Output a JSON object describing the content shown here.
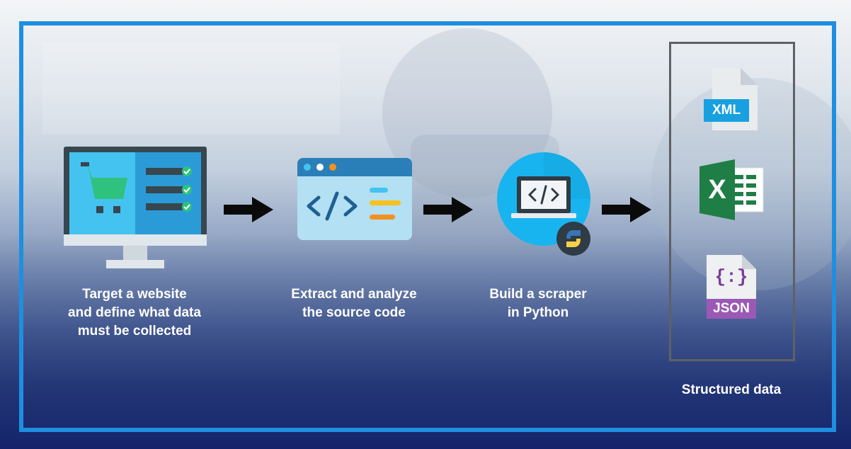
{
  "steps": [
    {
      "label": "Target a website\nand define what data\nmust be collected",
      "icon": "shopping-monitor-icon"
    },
    {
      "label": "Extract and analyze\nthe source code",
      "icon": "code-window-icon"
    },
    {
      "label": "Build a scraper\nin Python",
      "icon": "python-laptop-icon"
    }
  ],
  "output": {
    "label": "Structured data",
    "formats": [
      {
        "name": "XML",
        "icon": "xml-file-icon"
      },
      {
        "name": "Excel",
        "icon": "excel-file-icon"
      },
      {
        "name": "JSON",
        "icon": "json-file-icon"
      }
    ],
    "xml_tag": "XML",
    "json_tag": "JSON",
    "json_glyph": "{:}",
    "excel_glyph": "X"
  },
  "colors": {
    "frame": "#1e8fe0",
    "accent_blue": "#18b4f0",
    "arrow": "#0a0a0a"
  }
}
